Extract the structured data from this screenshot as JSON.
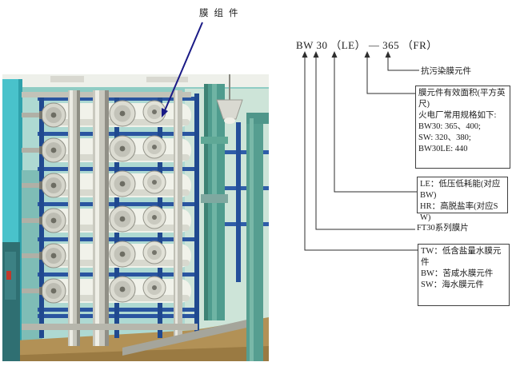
{
  "colors": {
    "callout_line": "#2e2e2e",
    "pointer_arrow": "#1a1a86",
    "box_border": "#3f3f3f",
    "frame_blue": "#2a55a0",
    "wall_teal": "#aed9d2",
    "pipe_teal": "#4f9c8e",
    "floor_tan": "#b29156"
  },
  "photo_label": {
    "text": "膜组件"
  },
  "heading": {
    "text": "BW 30 （LE） — 365 （FR）"
  },
  "callout_fr": {
    "label": "抗污染膜元件"
  },
  "box_area": {
    "line1": "膜元件有效面积(平方英尺)",
    "line2": "火电厂常用规格如下:",
    "line3": "BW30: 365、400;",
    "line4": "SW: 320、380;",
    "line5": "BW30LE: 440"
  },
  "box_grade": {
    "line1": "LE：低压低耗能(对应BW)",
    "line2": "HR：高脱盐率(对应SW)"
  },
  "callout_30": {
    "label": "FT30系列膜片"
  },
  "box_type": {
    "line1": "TW：低含盐量水膜元件",
    "line2": "BW：苦咸水膜元件",
    "line3": "SW：海水膜元件"
  }
}
